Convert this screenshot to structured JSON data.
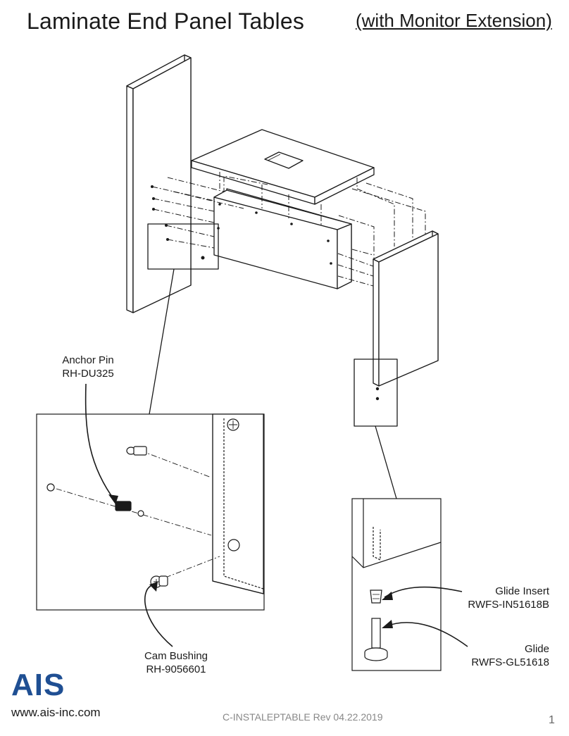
{
  "header": {
    "title": "Laminate End Panel Tables",
    "subtitle": "(with Monitor Extension)"
  },
  "callouts": {
    "anchor_pin": {
      "name": "Anchor Pin",
      "part": "RH-DU325"
    },
    "cam_bushing": {
      "name": "Cam Bushing",
      "part": "RH-9056601"
    },
    "glide_insert": {
      "name": "Glide Insert",
      "part": "RWFS-IN51618B"
    },
    "glide": {
      "name": "Glide",
      "part": "RWFS-GL51618"
    }
  },
  "footer": {
    "logo": "AIS",
    "website": "www.ais-inc.com",
    "doc_id": "C-INSTALEPTABLE Rev 04.22.2019",
    "page": "1"
  },
  "colors": {
    "line": "#1a1a1a",
    "logo": "#1f4f93"
  }
}
